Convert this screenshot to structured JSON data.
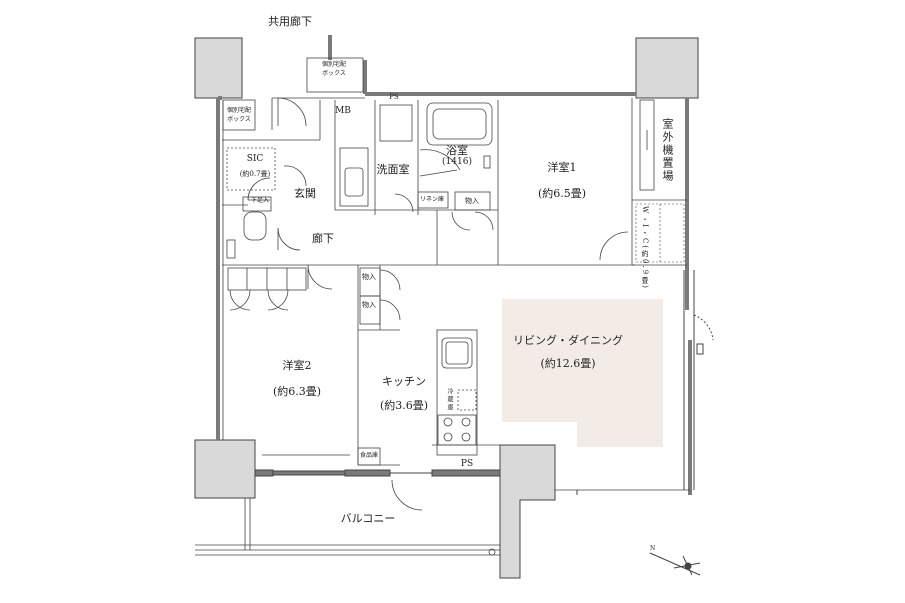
{
  "corridor": "共用廊下",
  "delivery_box_top": [
    "個別宅配",
    "ボックス"
  ],
  "delivery_box_left": [
    "個別宅配",
    "ボックス"
  ],
  "mb": "MB",
  "ps_top": "PS",
  "ps_bottom": "PS",
  "sic": {
    "name": "SIC",
    "size": "(約0.7畳)"
  },
  "entrance": "玄関",
  "shoe_cabinet": "下足入",
  "hallway": "廊下",
  "washroom": "洗面室",
  "bathroom": {
    "name": "浴室",
    "size": "(1416)"
  },
  "linen": "リネン庫",
  "storage": "物入",
  "bedroom1": {
    "name": "洋室1",
    "size": "(約6.5畳)"
  },
  "wic": "W・I・C(約0.9畳)",
  "outdoor_unit": "室外機置場",
  "bedroom2": {
    "name": "洋室2",
    "size": "(約6.3畳)"
  },
  "kitchen": {
    "name": "キッチン",
    "size": "(約3.6畳)"
  },
  "living": {
    "name": "リビング・ダイニング",
    "size": "(約12.6畳)"
  },
  "fridge": "冷蔵庫",
  "pantry": "食品庫",
  "balcony": "バルコニー",
  "compass_label": "N",
  "colors": {
    "wall": "#7a7a7a",
    "column": "#d9d9d9",
    "living_floor": "#f2ebe6",
    "line": "#444444"
  }
}
